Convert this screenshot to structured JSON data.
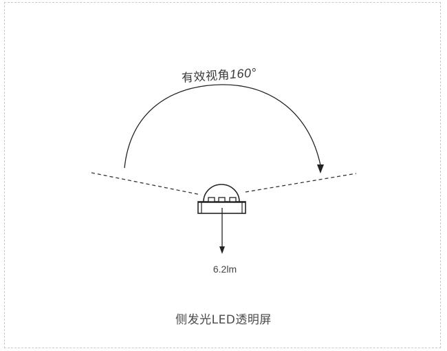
{
  "diagram": {
    "angle_label": {
      "text": "有效视角",
      "value": "160°"
    },
    "lumen_label": "6.2lm",
    "caption": "侧发光LED透明屏",
    "components": {
      "led_package": "led-chip-icon",
      "viewing_angle_arc": "arc-arrow-icon",
      "light_output_arrow": "down-arrow-icon",
      "viewing_boundaries": "dashed-lines"
    },
    "colors": {
      "line": "#222222",
      "dash": "#333333",
      "frame": "#c8c8c8",
      "text": "#444444"
    }
  }
}
